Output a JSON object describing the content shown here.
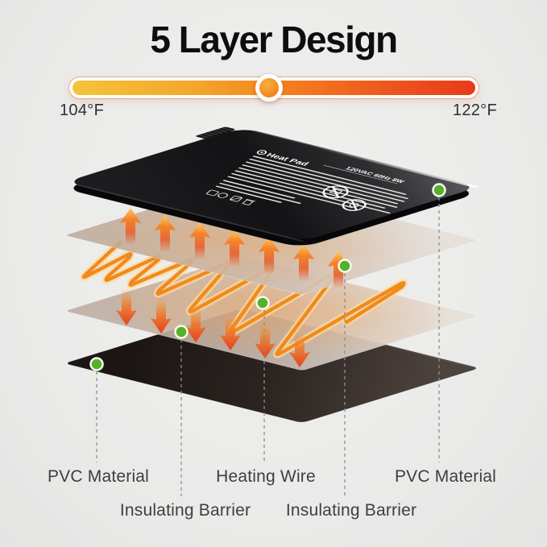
{
  "title": "5 Layer Design",
  "slider": {
    "min_label": "104°F",
    "max_label": "122°F",
    "gradient_start": "#F3C43A",
    "gradient_mid": "#F4801F",
    "gradient_end": "#E73A1B",
    "knob_color": "#F28B1E"
  },
  "pad": {
    "name": "Heat Pad",
    "spec": "120VAC 60Hz 8W"
  },
  "callouts": [
    {
      "label": "PVC Material"
    },
    {
      "label": "Insulating Barrier"
    },
    {
      "label": "Heating Wire"
    },
    {
      "label": "Insulating Barrier"
    },
    {
      "label": "PVC Material"
    }
  ],
  "colors": {
    "background": "#EBEBEA",
    "title_text": "#0E0E0E",
    "label_text": "#3E3E3E",
    "heating_wire": "#EF8A1C",
    "wire_glow": "#FFD9A0",
    "callout_dot_green": "#55B02B",
    "pad_black": "#1B1B1D",
    "bottom_layer_black": "#2B2421",
    "insulating_sheet": "#CEC0B5",
    "arrow_orange": "#F5862A",
    "arrow_red": "#E64D22"
  }
}
